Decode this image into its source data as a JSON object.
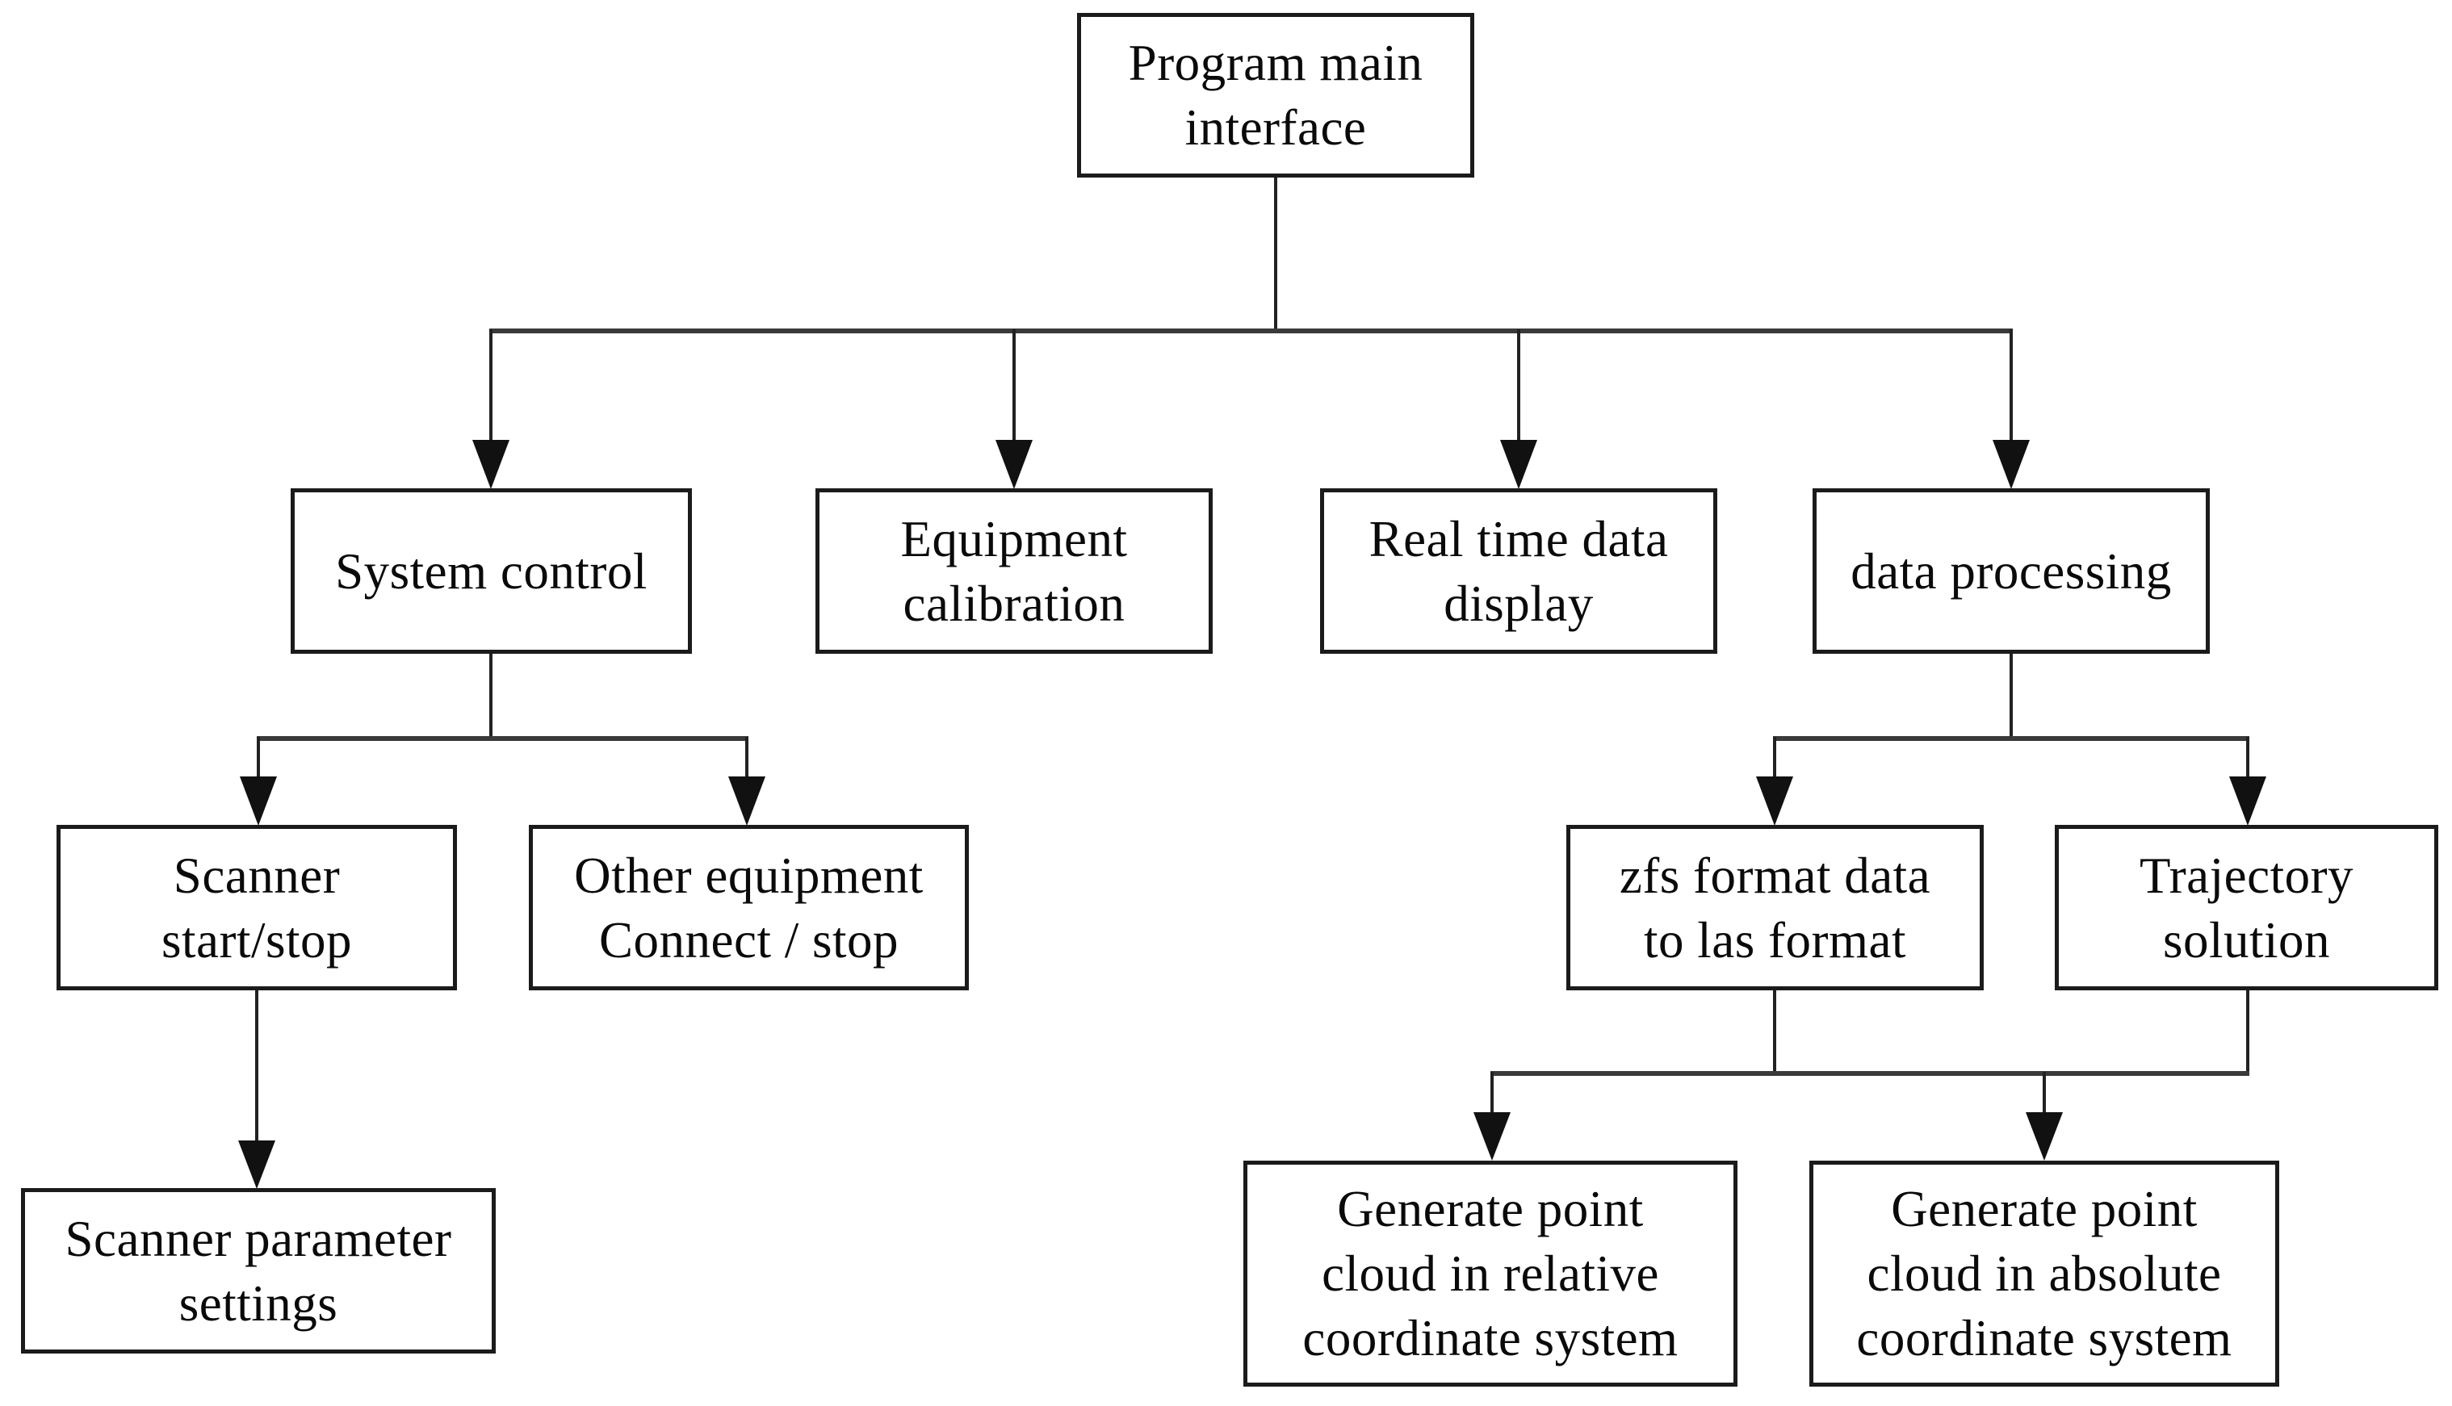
{
  "diagram": {
    "background_color": "#ffffff",
    "box_border_color": "#1b1b1b",
    "line_color": "#222222",
    "text_color": "#0a0a0a",
    "nodes": {
      "program_main_interface": {
        "label": "Program main\ninterface"
      },
      "system_control": {
        "label": "System control"
      },
      "equipment_calibration": {
        "label": "Equipment\ncalibration"
      },
      "real_time_data_display": {
        "label": "Real time data\ndisplay"
      },
      "data_processing": {
        "label": "data processing"
      },
      "scanner_start_stop": {
        "label": "Scanner\nstart/stop"
      },
      "other_equipment_connect_stop": {
        "label": "Other equipment\nConnect / stop"
      },
      "zfs_format_to_las": {
        "label": "zfs format data\nto las format"
      },
      "trajectory_solution": {
        "label": "Trajectory\nsolution"
      },
      "scanner_parameter_settings": {
        "label": "Scanner parameter\nsettings"
      },
      "generate_point_cloud_relative": {
        "label": "Generate point\ncloud in relative\ncoordinate system"
      },
      "generate_point_cloud_absolute": {
        "label": "Generate point\ncloud in absolute\ncoordinate system"
      }
    },
    "edges": [
      {
        "from": "program_main_interface",
        "to": "system_control"
      },
      {
        "from": "program_main_interface",
        "to": "equipment_calibration"
      },
      {
        "from": "program_main_interface",
        "to": "real_time_data_display"
      },
      {
        "from": "program_main_interface",
        "to": "data_processing"
      },
      {
        "from": "system_control",
        "to": "scanner_start_stop"
      },
      {
        "from": "system_control",
        "to": "other_equipment_connect_stop"
      },
      {
        "from": "scanner_start_stop",
        "to": "scanner_parameter_settings"
      },
      {
        "from": "data_processing",
        "to": "zfs_format_to_las"
      },
      {
        "from": "data_processing",
        "to": "trajectory_solution"
      },
      {
        "from": "zfs_format_to_las",
        "to": "generate_point_cloud_relative"
      },
      {
        "from": "zfs_format_to_las",
        "to": "generate_point_cloud_absolute"
      },
      {
        "from": "trajectory_solution",
        "to": "generate_point_cloud_relative"
      },
      {
        "from": "trajectory_solution",
        "to": "generate_point_cloud_absolute"
      }
    ]
  }
}
